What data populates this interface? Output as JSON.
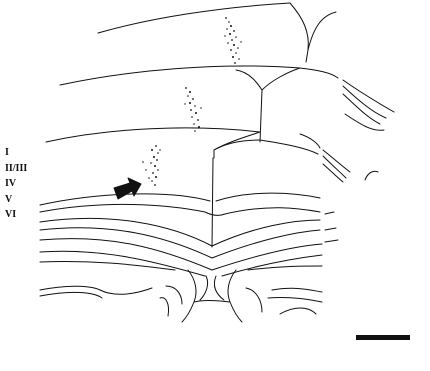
{
  "figure": {
    "cortical_layer_labels": [
      "I",
      "II/III",
      "IV",
      "V",
      "VI"
    ],
    "arrow_icon": "arrow-icon",
    "scale_bar_icon": "scale-bar-icon",
    "ink_color": "#111111",
    "section_count": 4
  }
}
